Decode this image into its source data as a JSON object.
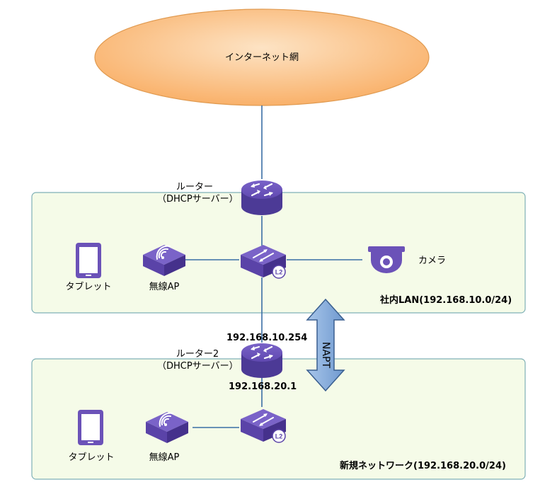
{
  "nodes": {
    "internet": "インターネット網",
    "router1_name": "ルーター",
    "router1_role": "（DHCPサーバー）",
    "router2_name": "ルーター2",
    "router2_role": "（DHCPサーバー）",
    "router2_upper_ip": "192.168.10.254",
    "router2_lower_ip": "192.168.20.1",
    "camera": "カメラ",
    "tablet_office": "タブレット",
    "wifi_ap_office": "無線AP",
    "tablet_new": "タブレット",
    "wifi_ap_new": "無線AP",
    "l2_badge": "L2",
    "napt": "NAPT"
  },
  "networks": {
    "office_lan": "社内LAN(192.168.10.0/24)",
    "new_network": "新規ネットワーク(192.168.20.0/24)"
  },
  "colors": {
    "zone_fill": "#f5fbe8",
    "zone_border": "#7fb0b6",
    "cloud_fill": "#fbbf7c",
    "cloud_border": "#e8a860",
    "device_purple": "#6b52b8",
    "device_purple_dark": "#4a3690",
    "line": "#3a6ea5",
    "napt_fill": "#8db3e2",
    "napt_border": "#3a5f8f"
  }
}
